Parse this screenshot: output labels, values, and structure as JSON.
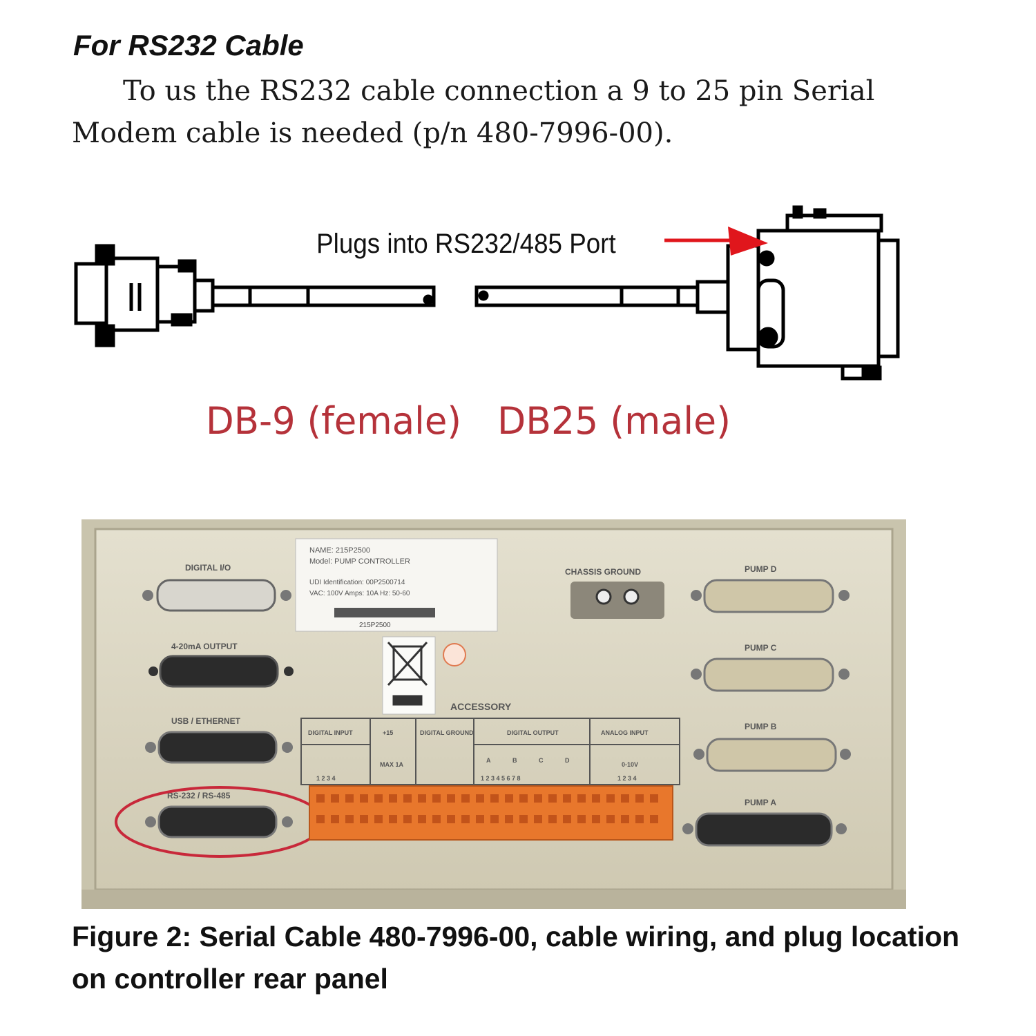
{
  "heading": "For RS232 Cable",
  "paragraph": "To us the RS232 cable connection a 9 to 25 pin Serial Modem cable is needed (p/n 480-7996-00).",
  "diagram": {
    "port_label": "Plugs into RS232/485 Port",
    "db9_label": "DB-9 (female)",
    "db25_label": "DB25 (male)"
  },
  "panel": {
    "sticker_line1": "NAME: 215P2500",
    "sticker_line2": "Model: PUMP CONTROLLER",
    "sticker_line3": "UDI Identification: 00P2500714",
    "sticker_line4": "VAC: 100V    Amps: 10A    Hz: 50-60",
    "sticker_code": "215P2500",
    "label_digital_io": "DIGITAL I/O",
    "label_4_20ma": "4-20mA OUTPUT",
    "label_usb": "USB / ETHERNET",
    "label_rs": "RS-232 / RS-485",
    "label_chassis": "CHASSIS GROUND",
    "label_pump_d": "PUMP D",
    "label_pump_c": "PUMP C",
    "label_pump_b": "PUMP B",
    "label_pump_a": "PUMP A",
    "label_accessory": "ACCESSORY",
    "label_digital_input": "DIGITAL INPUT",
    "label_plus15": "+15",
    "label_digital_ground": "DIGITAL GROUND",
    "label_digital_output": "DIGITAL OUTPUT",
    "label_analog_input": "ANALOG INPUT",
    "label_max": "MAX 1A",
    "label_range": "0-10V",
    "label_pins": "1 2 3 4",
    "label_output_a": "A",
    "label_output_b": "B",
    "label_output_c": "C",
    "label_output_d": "D",
    "label_output_pins": "1 2 3 4 5 6 7 8",
    "label_analog_pins": "1 2 3 4"
  },
  "caption": "Figure 2: Serial Cable 480-7996-00, cable wiring, and plug location on controller rear panel",
  "colors": {
    "red_label": "#b5323a",
    "arrow_red": "#e0161c",
    "panel_beige": "#ddd8c4",
    "terminal_orange": "#e8772c",
    "circle_red": "#c8283a"
  }
}
